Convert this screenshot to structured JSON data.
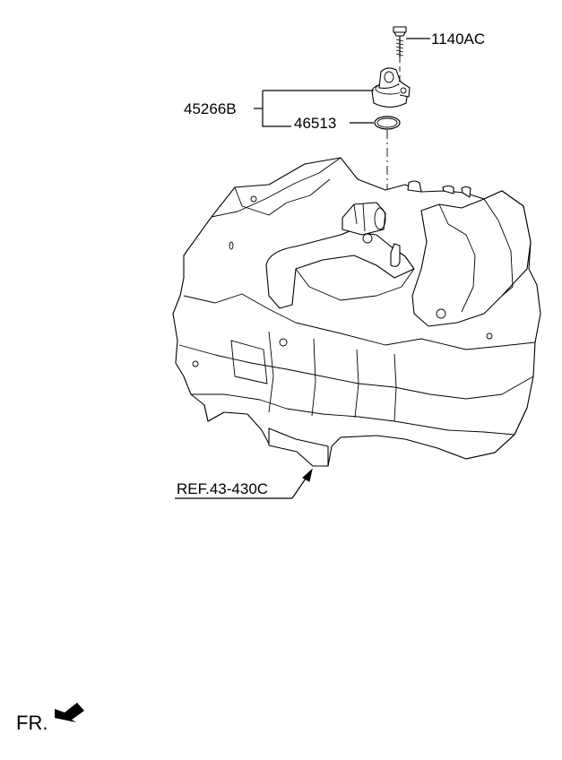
{
  "labels": {
    "bolt": "1140AC",
    "assembly": "45266B",
    "oring": "46513",
    "reference": "REF.43-430C",
    "front": "FR."
  },
  "icons": {
    "front_direction": "arrow-icon"
  }
}
